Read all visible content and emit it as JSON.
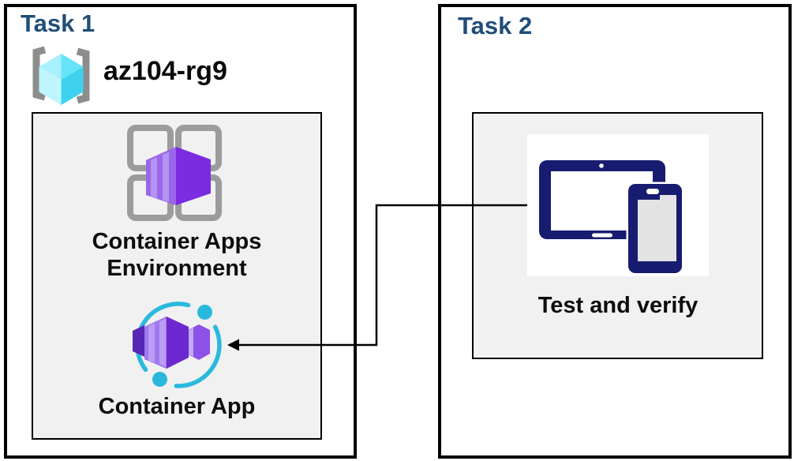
{
  "task1": {
    "title": "Task 1",
    "resource_group_name": "az104-rg9",
    "environment_label": "Container Apps Environment",
    "app_label": "Container App"
  },
  "task2": {
    "title": "Task 2",
    "verify_label": "Test and verify"
  },
  "icons": {
    "resource_group_icon": "gray-brackets-with-cyan-cube",
    "container_apps_environment_icon": "gray-2x2-grid-with-purple-container-box",
    "container_app_icon": "purple-container-boxes-with-cyan-orbit",
    "devices_icon": "navy-tablet-and-phone",
    "connector_arrow": "elbow-arrow-from-test-to-container-app"
  },
  "colors": {
    "title_blue": "#1F4E79",
    "box_border": "#000000",
    "inner_box_fill": "#f1f1f1",
    "navy_device": "#181c70",
    "purple_face_light": "#a078ee",
    "purple_face_dark": "#7b2ce0",
    "cyan_orbit": "#2ab9dd",
    "cube_cyan": "#50e6ff",
    "bracket_gray": "#8d8d8d",
    "grid_gray": "#9c9c9c"
  }
}
